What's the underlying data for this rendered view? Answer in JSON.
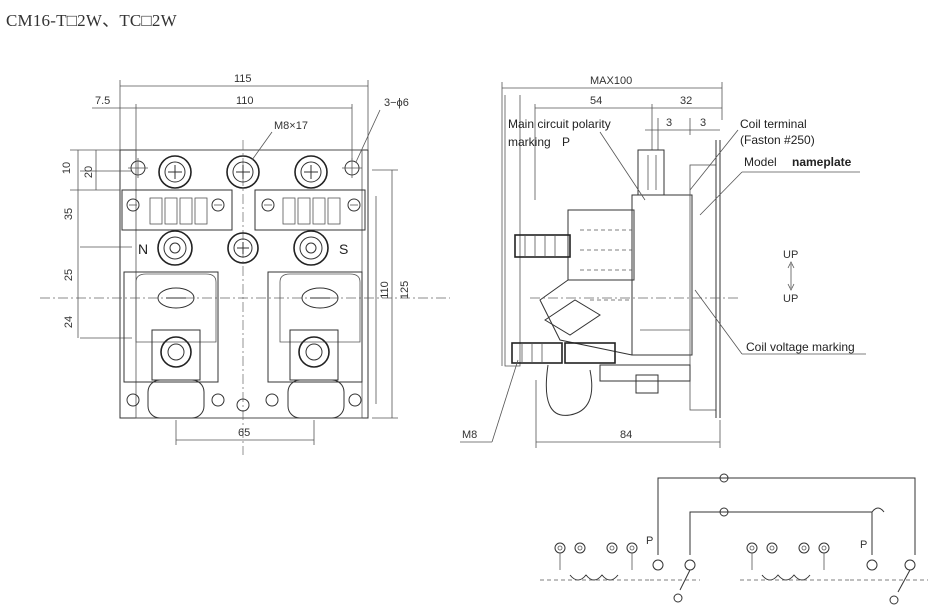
{
  "title": "CM16-T□2W、TC□2W",
  "front_view": {
    "dim_overall_width": "115",
    "dim_mount_width": "110",
    "dim_offset": "7.5",
    "dim_holes": "3−ϕ6",
    "dim_thread": "M8×17",
    "dim_v1": "10",
    "dim_v2": "20",
    "dim_v3": "35",
    "dim_v4": "25",
    "dim_v5": "24",
    "dim_right_inner": "110",
    "dim_right_outer": "125",
    "dim_bottom": "65",
    "polarity_n": "N",
    "polarity_s": "S"
  },
  "side_view": {
    "dim_max": "MAX100",
    "dim_54": "54",
    "dim_32": "32",
    "dim_3a": "3",
    "dim_3b": "3",
    "dim_84": "84",
    "thread_m8": "M8",
    "main_polarity_line1": "Main circuit polarity",
    "main_polarity_line2": "marking",
    "main_polarity_p": "P",
    "coil_terminal": "Coil terminal",
    "faston": "(Faston #250)",
    "model_prefix": "Model",
    "model_suffix": "nameplate",
    "up_top": "UP",
    "up_bottom": "UP",
    "coil_voltage": "Coil voltage marking"
  },
  "schematic": {
    "p_left": "P",
    "p_right": "P"
  }
}
